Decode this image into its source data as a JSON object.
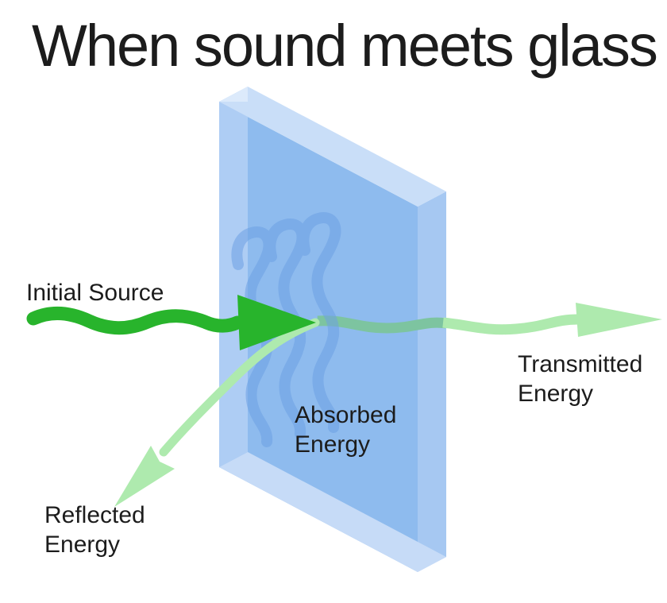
{
  "title": "When sound meets glass",
  "diagram": {
    "labels": {
      "initial_source": {
        "line1": "Initial Source"
      },
      "transmitted": {
        "line1": "Transmitted",
        "line2": "Energy"
      },
      "absorbed": {
        "line1": "Absorbed",
        "line2": "Energy"
      },
      "reflected": {
        "line1": "Reflected",
        "line2": "Energy"
      }
    }
  },
  "colors": {
    "text": "#1c1c1c",
    "glass_front": "#8ebbee",
    "glass_top": "#c9def8",
    "glass_top_highlight": "#dceafb",
    "glass_right": "#a6c8f2",
    "glass_bottom": "#c6dbf7",
    "glass_left_inner": "#aecdf4",
    "wave_blue": "#6da0e4",
    "source_green": "#28b42c",
    "pale_green": "#aeeaae",
    "transmitted_in_glass": "#7dc4a0"
  }
}
